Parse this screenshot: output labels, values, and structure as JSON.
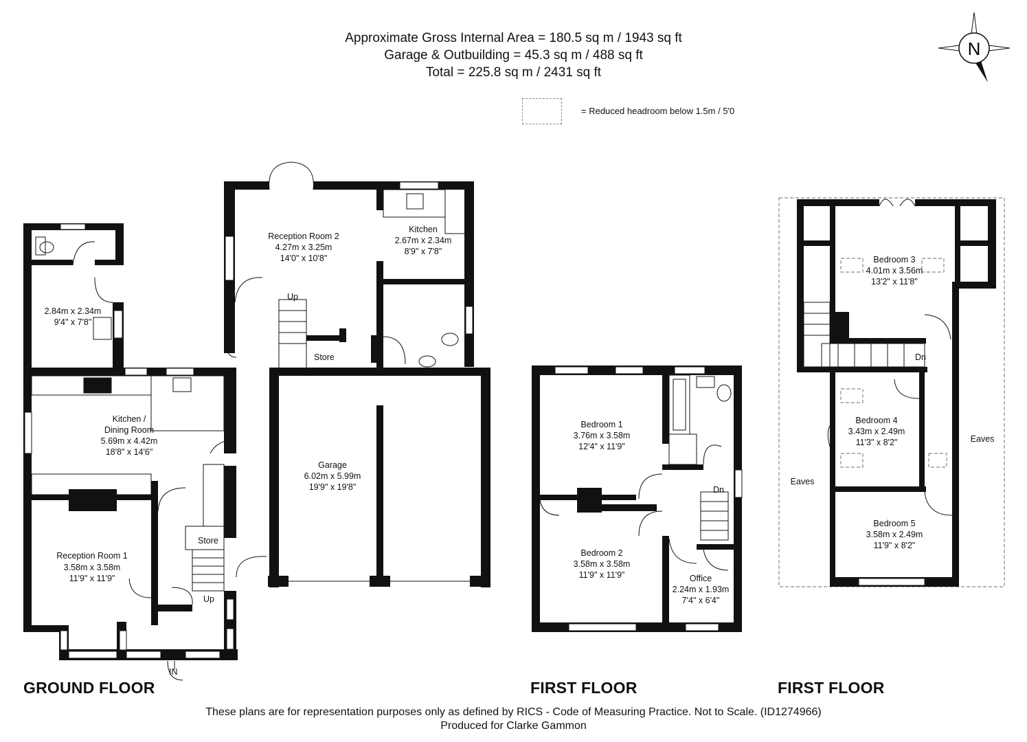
{
  "header": {
    "line1": "Approximate Gross Internal Area = 180.5 sq m / 1943 sq ft",
    "line2": "Garage & Outbuilding = 45.3 sq m / 488 sq ft",
    "line3": "Total = 225.8 sq m / 2431 sq ft"
  },
  "legend": {
    "text": "= Reduced headroom below 1.5m / 5'0"
  },
  "compass": {
    "label": "N"
  },
  "floors": {
    "ground": "GROUND FLOOR",
    "first_a": "FIRST FLOOR",
    "first_b": "FIRST FLOOR"
  },
  "ground_rooms": {
    "outbuilding": {
      "dim_m": "2.84m x 2.34m",
      "dim_ft": "9'4\" x 7'8\""
    },
    "reception2": {
      "name": "Reception Room 2",
      "dim_m": "4.27m x 3.25m",
      "dim_ft": "14'0\" x 10'8\""
    },
    "kitchen_small": {
      "name": "Kitchen",
      "dim_m": "2.67m x 2.34m",
      "dim_ft": "8'9\" x 7'8\""
    },
    "kitchen_dining": {
      "name1": "Kitchen /",
      "name2": "Dining Room",
      "dim_m": "5.69m x 4.42m",
      "dim_ft": "18'8\" x 14'6\""
    },
    "garage": {
      "name": "Garage",
      "dim_m": "6.02m x 5.99m",
      "dim_ft": "19'9\" x 19'8\""
    },
    "reception1": {
      "name": "Reception Room 1",
      "dim_m": "3.58m x 3.58m",
      "dim_ft": "11'9\" x 11'9\""
    },
    "store_upper": "Store",
    "store_lower": "Store",
    "up_upper": "Up",
    "up_lower": "Up",
    "entrance": "IN"
  },
  "first_rooms": {
    "bedroom1": {
      "name": "Bedroom 1",
      "dim_m": "3.76m x 3.58m",
      "dim_ft": "12'4\" x 11'9\""
    },
    "bedroom2": {
      "name": "Bedroom 2",
      "dim_m": "3.58m x 3.58m",
      "dim_ft": "11'9\" x 11'9\""
    },
    "office": {
      "name": "Office",
      "dim_m": "2.24m x 1.93m",
      "dim_ft": "7'4\" x 6'4\""
    },
    "down": "Dn"
  },
  "second_rooms": {
    "bedroom3": {
      "name": "Bedroom 3",
      "dim_m": "4.01m x 3.56m",
      "dim_ft": "13'2\" x 11'8\""
    },
    "bedroom4": {
      "name": "Bedroom 4",
      "dim_m": "3.43m x 2.49m",
      "dim_ft": "11'3\" x 8'2\""
    },
    "bedroom5": {
      "name": "Bedroom 5",
      "dim_m": "3.58m x 2.49m",
      "dim_ft": "11'9\" x 8'2\""
    },
    "eaves_left": "Eaves",
    "eaves_right": "Eaves",
    "down": "Dn"
  },
  "footer": {
    "line1": "These plans are for representation purposes only as defined by RICS - Code of Measuring Practice. Not to Scale. (ID1274966)",
    "line2": "Produced for Clarke Gammon"
  }
}
